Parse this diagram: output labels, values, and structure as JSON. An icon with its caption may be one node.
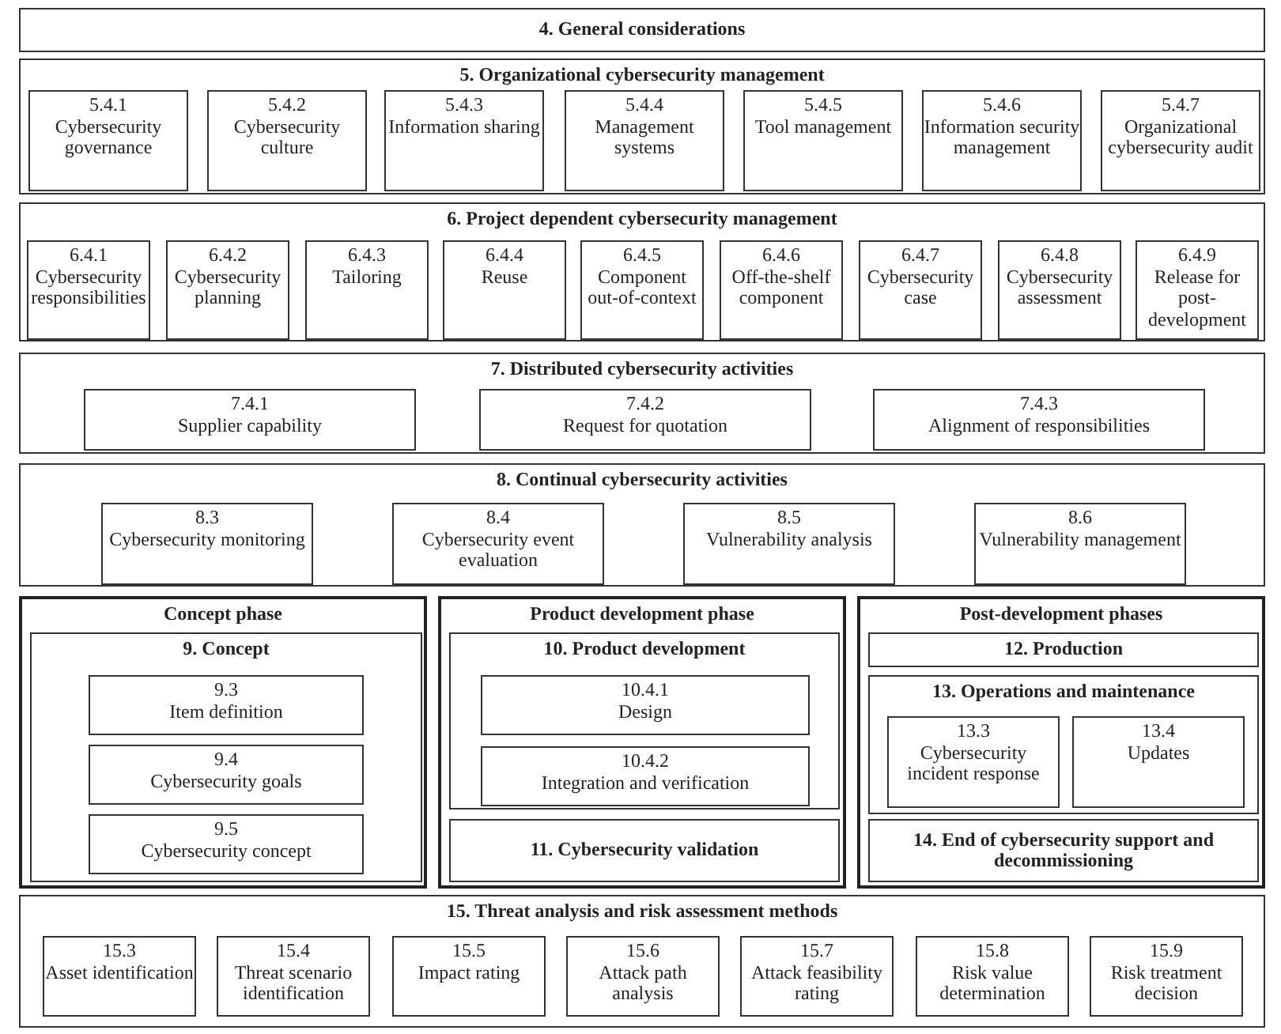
{
  "diagram": {
    "nodes": [
      {
        "text": [
          "4. General considerations"
        ]
      },
      {
        "text": [
          "5. Organizational cybersecurity management"
        ]
      },
      {
        "text": [
          "5.4.1",
          "Cybersecurity governance"
        ],
        "in": 1
      },
      {
        "text": [
          "5.4.2",
          "Cybersecurity culture"
        ],
        "in": 1
      },
      {
        "text": [
          "5.4.3",
          "Information sharing"
        ],
        "in": 1
      },
      {
        "text": [
          "5.4.4",
          "Management systems"
        ],
        "in": 1
      },
      {
        "text": [
          "5.4.5",
          "Tool management"
        ],
        "in": 1
      },
      {
        "text": [
          "5.4.6",
          "Information security management"
        ],
        "in": 1
      },
      {
        "text": [
          "5.4.7",
          "Organizational cybersecurity audit"
        ],
        "in": 1
      },
      {
        "text": [
          "6. Project dependent cybersecurity management"
        ]
      },
      {
        "text": [
          "6.4.1",
          "Cybersecurity responsibilities"
        ],
        "in": 9
      },
      {
        "text": [
          "6.4.2",
          "Cybersecurity planning"
        ],
        "in": 9
      },
      {
        "text": [
          "6.4.3",
          "Tailoring"
        ],
        "in": 9
      },
      {
        "text": [
          "6.4.4",
          "Reuse"
        ],
        "in": 9
      },
      {
        "text": [
          "6.4.5",
          "Component out-of-context"
        ],
        "in": 9
      },
      {
        "text": [
          "6.4.6",
          "Off-the-shelf component"
        ],
        "in": 9
      },
      {
        "text": [
          "6.4.7",
          "Cybersecurity case"
        ],
        "in": 9
      },
      {
        "text": [
          "6.4.8",
          "Cybersecurity assessment"
        ],
        "in": 9
      },
      {
        "text": [
          "6.4.9",
          "Release for post-development"
        ],
        "in": 9
      },
      {
        "text": [
          "7. Distributed cybersecurity activities"
        ]
      },
      {
        "text": [
          "7.4.1",
          "Supplier capability"
        ],
        "in": 19
      },
      {
        "text": [
          "7.4.2",
          "Request for quotation"
        ],
        "in": 19
      },
      {
        "text": [
          "7.4.3",
          "Alignment of responsibilities"
        ],
        "in": 19
      },
      {
        "text": [
          "8. Continual cybersecurity activities"
        ]
      },
      {
        "text": [
          "8.3",
          "Cybersecurity monitoring"
        ],
        "in": 23
      },
      {
        "text": [
          "8.4",
          "Cybersecurity event evaluation"
        ],
        "in": 23
      },
      {
        "text": [
          "8.5",
          "Vulnerability analysis"
        ],
        "in": 23
      },
      {
        "text": [
          "8.6",
          "Vulnerability management"
        ],
        "in": 23
      },
      {
        "text": [
          "Concept phase"
        ]
      },
      {
        "text": [
          "9. Concept"
        ],
        "in": 28
      },
      {
        "text": [
          "9.3",
          "Item definition"
        ],
        "in": 29
      },
      {
        "text": [
          "9.4",
          "Cybersecurity goals"
        ],
        "in": 29
      },
      {
        "text": [
          "9.5",
          "Cybersecurity concept"
        ],
        "in": 29
      },
      {
        "text": [
          "Product development phase"
        ]
      },
      {
        "text": [
          "10. Product development"
        ],
        "in": 33
      },
      {
        "text": [
          "10.4.1",
          "Design"
        ],
        "in": 34
      },
      {
        "text": [
          "10.4.2",
          "Integration and verification"
        ],
        "in": 34
      },
      {
        "text": [
          "11. Cybersecurity validation"
        ],
        "in": 33
      },
      {
        "text": [
          "Post-development phases"
        ]
      },
      {
        "text": [
          "12. Production"
        ],
        "in": 38
      },
      {
        "text": [
          "13. Operations and maintenance"
        ],
        "in": 38
      },
      {
        "text": [
          "13.3",
          "Cybersecurity incident response"
        ],
        "in": 40
      },
      {
        "text": [
          "13.4",
          "Updates"
        ],
        "in": 40
      },
      {
        "text": [
          "14. End of cybersecurity support and decommissioning"
        ],
        "in": 38
      },
      {
        "text": [
          "15. Threat analysis and risk assessment methods"
        ]
      },
      {
        "text": [
          "15.3",
          "Asset identification"
        ],
        "in": 44
      },
      {
        "text": [
          "15.4",
          "Threat scenario identification"
        ],
        "in": 44
      },
      {
        "text": [
          "15.5",
          "Impact rating"
        ],
        "in": 44
      },
      {
        "text": [
          "15.6",
          "Attack path analysis"
        ],
        "in": 44
      },
      {
        "text": [
          "15.7",
          "Attack feasibility rating"
        ],
        "in": 44
      },
      {
        "text": [
          "15.8",
          "Risk value determination"
        ],
        "in": 44
      },
      {
        "text": [
          "15.9",
          "Risk treatment decision"
        ],
        "in": 44
      }
    ],
    "edges": []
  }
}
